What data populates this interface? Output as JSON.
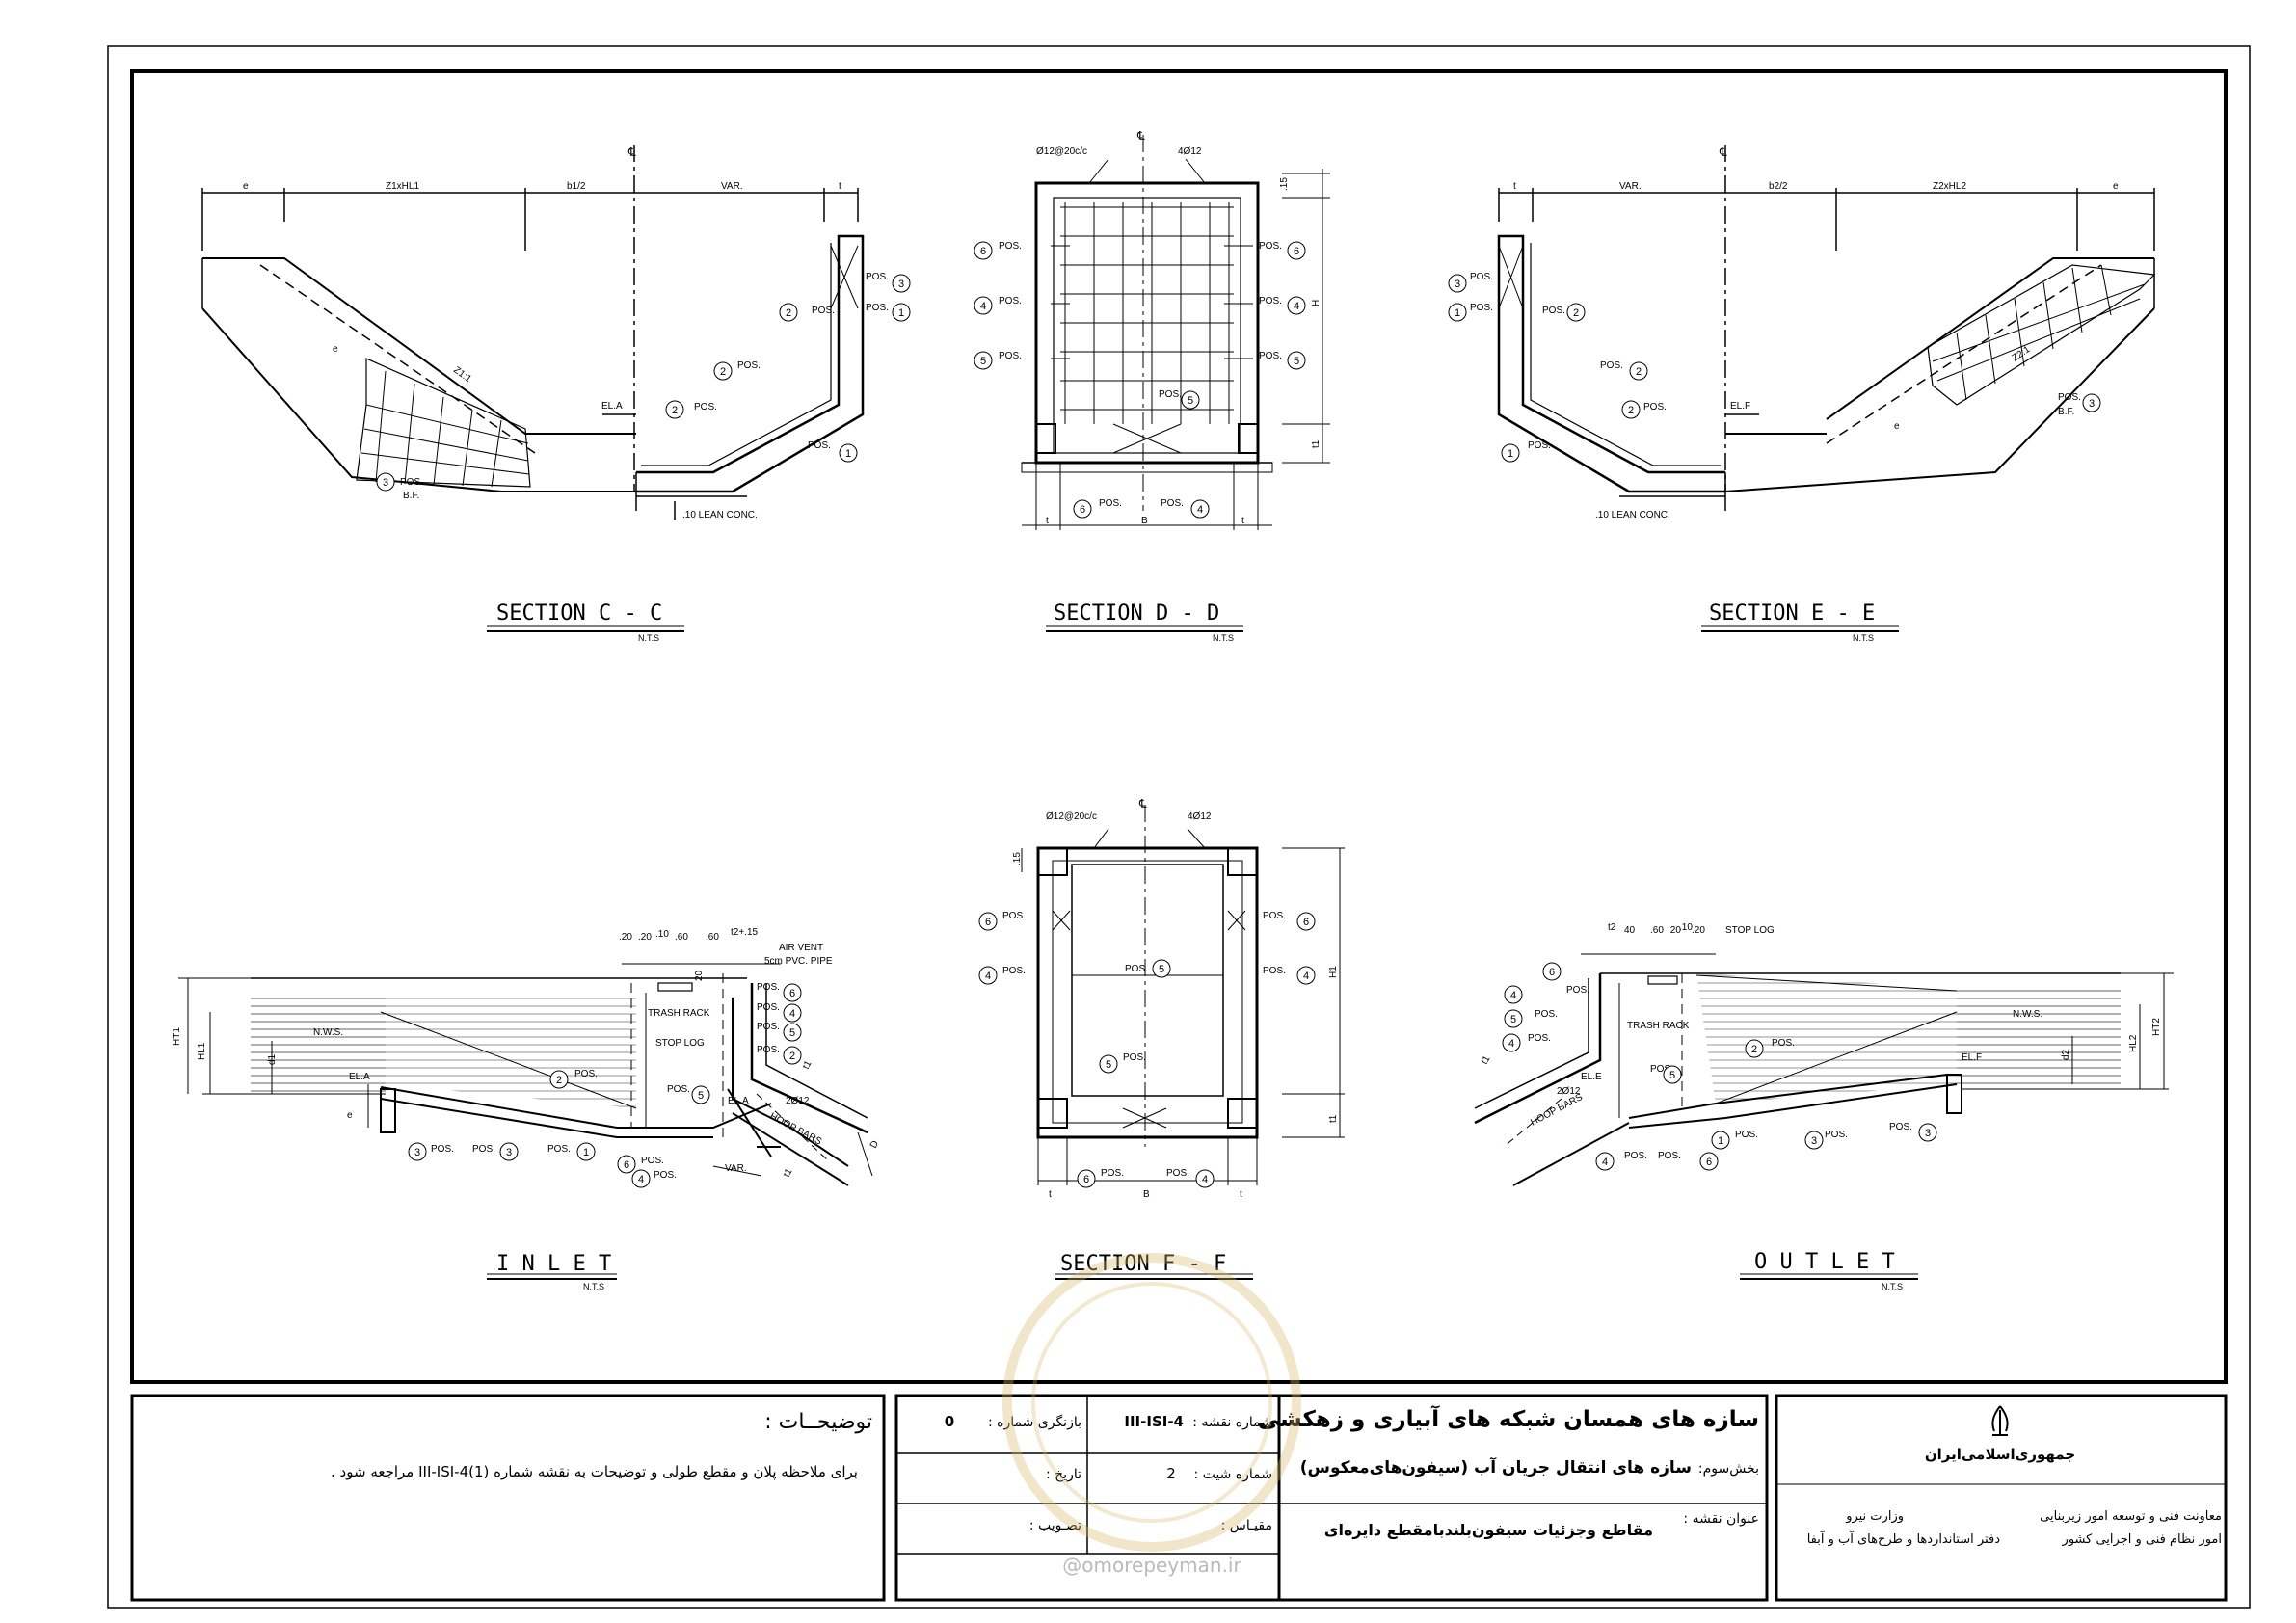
{
  "sheet": {
    "sections": {
      "cc": {
        "title": "SECTION  C - C",
        "scale": "N.T.S"
      },
      "dd": {
        "title": "SECTION  D - D",
        "scale": "N.T.S"
      },
      "ee": {
        "title": "SECTION  E - E",
        "scale": "N.T.S"
      },
      "inlet": {
        "title": "I N L E T",
        "scale": "N.T.S"
      },
      "ff": {
        "title": "SECTION  F - F",
        "scale": "N.T.S"
      },
      "outlet": {
        "title": "O U T L E T",
        "scale": "N.T.S"
      }
    },
    "labels": {
      "pos": "POS.",
      "bf": "B.F.",
      "lean": ".10 LEAN CONC.",
      "ela": "EL.A",
      "elf": "EL.F",
      "var": "VAR.",
      "e": "e",
      "t": "t",
      "b": "B",
      "h": "H",
      "h1": "H1",
      "t1": "t1",
      "d": "D",
      "d1": "d1",
      "d2": "d2",
      "ht1": "HT1",
      "hl1": "HL1",
      "ht2": "HT2",
      "hl2": "HL2",
      "z1hl1": "Z1xHL1",
      "z2hl2": "Z2xHL2",
      "b12": "b1/2",
      "b22": "b2/2",
      "z1": "Z1:1",
      "z2": "Z2:1",
      "cl": "℄",
      "bar_top": "Ø12@20c/c",
      "bar_4": "4Ø12",
      "dim15": ".15",
      "nws": "N.W.S.",
      "trash": "TRASH RACK",
      "stoplog": "STOP LOG",
      "airvent": "AIR VENT",
      "pvc": "5cm PVC. PIPE",
      "hoop": "HOOP BARS",
      "bar2": "2Ø12",
      "inlet_dims": [
        ".20",
        ".20",
        ".10",
        ".60",
        ".60",
        "t2+.15"
      ],
      "outlet_dims": [
        "t2",
        "40",
        ".60",
        ".20",
        ".10",
        ".20"
      ],
      "ele": "EL.E",
      "ela2": "EL.A",
      "t2": "t2",
      "dim20": "20"
    },
    "notes": {
      "heading": "توضیحــات :",
      "body": "برای ملاحظه پلان و مقطع طولی و توضیحات به نقشه شماره (1)III-ISI-4 مراجعه شود ."
    },
    "title_block": {
      "main_title": "سازه های همسان شبکه های آبیاری و زهکشی",
      "section_label": "بخش‌سوم:",
      "section_value": "سازه های انتقال جریان آب (سیفون‌های‌معکوس)",
      "drawing_title_label": "عنوان نقشه :",
      "drawing_title_value": "مقاطع وجزئیات سیفون‌بلندبامقطع دایره‌ای",
      "sheet_no_label": "شماره نقشه :",
      "sheet_no_value": "III-ISI-4",
      "revision_label": "بازنگری شماره :",
      "revision_value": "0",
      "page_label": "شماره شیت :",
      "page_value": "2",
      "date_label": "تاریخ :",
      "scale_label": "مقیـاس :",
      "approval_label": "تصـویب :"
    },
    "org": {
      "country": "جمهوری‌اسلامی‌ایران",
      "ministry": "وزارت نیرو",
      "deputy": "معاونت فنی و توسعه امور زیربنایی",
      "office1": "امور نظام فنی و اجرایی کشور",
      "office2": "دفتر استانداردها و طرح‌های آب و آبفا"
    },
    "watermark": "@omorepeyman.ir"
  }
}
